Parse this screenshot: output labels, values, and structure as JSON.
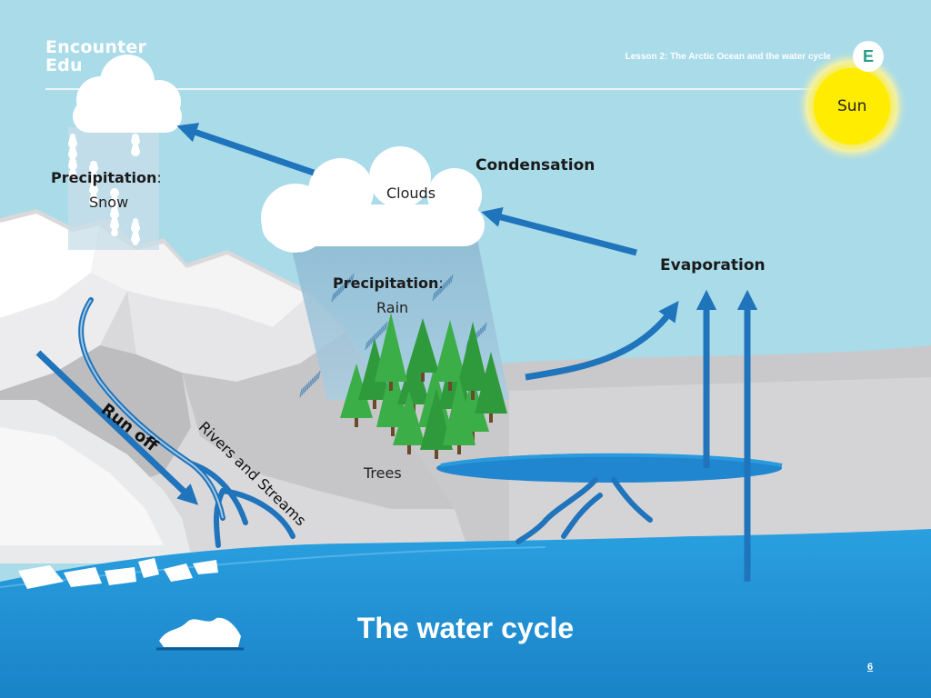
{
  "brand": {
    "line1": "Encounter",
    "line2": "Edu",
    "badge_letter": "E"
  },
  "header": {
    "lesson": "Lesson 2: The Arctic Ocean and the water cycle"
  },
  "labels": {
    "sun": "Sun",
    "condensation": "Condensation",
    "clouds": "Clouds",
    "evaporation": "Evaporation",
    "precipitation_snow_title": "Precipitation",
    "precipitation_snow_colon": ":",
    "snow": "Snow",
    "precipitation_rain_title": "Precipitation",
    "precipitation_rain_colon": ":",
    "rain": "Rain",
    "trees": "Trees",
    "run_off": "Run off",
    "rivers_and_streams": "Rivers and Streams"
  },
  "title": "The water cycle",
  "page_number": "6",
  "colors": {
    "sky": "#a9dbe9",
    "ocean": "#1e8fd4",
    "arrow": "#1f74bb",
    "sun": "#ffe600",
    "tree": "#2e9e3e"
  }
}
